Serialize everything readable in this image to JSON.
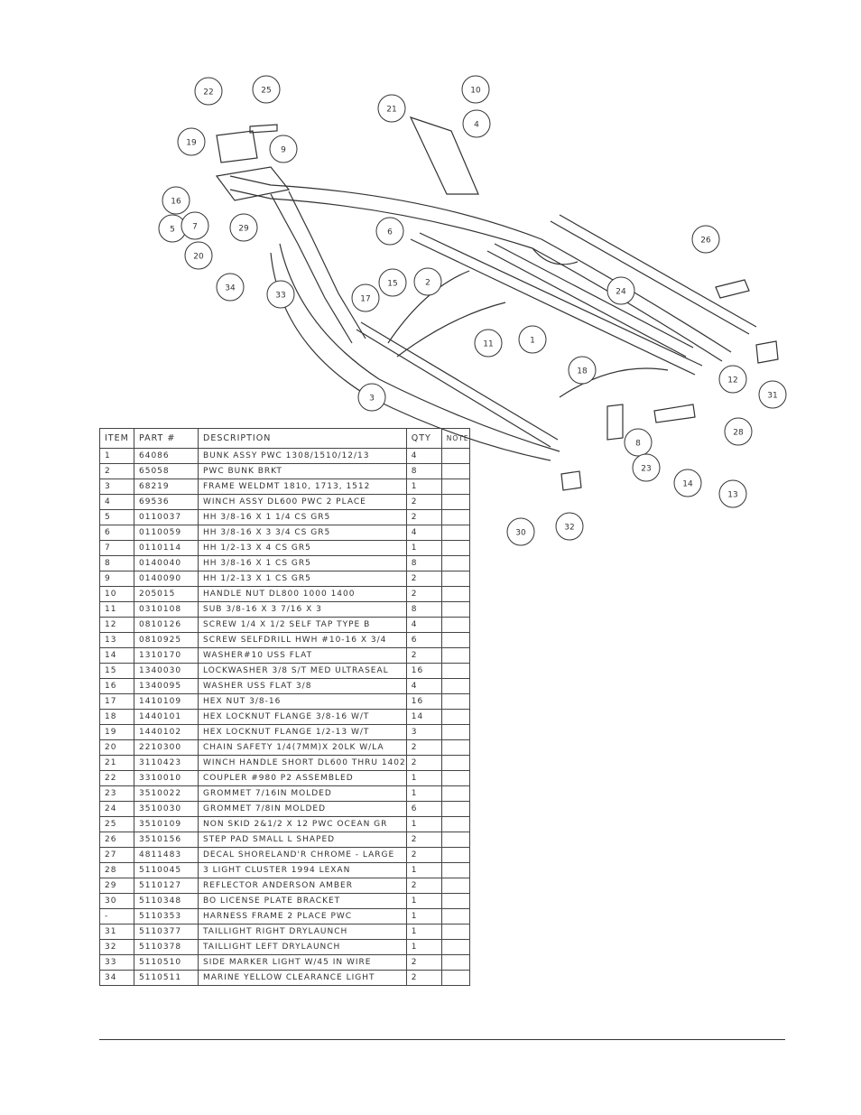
{
  "diagram": {
    "balloons": [
      "22",
      "25",
      "21",
      "10",
      "19",
      "9",
      "4",
      "16",
      "5",
      "7",
      "29",
      "6",
      "26",
      "20",
      "34",
      "33",
      "15",
      "2",
      "17",
      "24",
      "11",
      "1",
      "18",
      "12",
      "31",
      "3",
      "28",
      "8",
      "23",
      "14",
      "13",
      "30",
      "32"
    ]
  },
  "table": {
    "headers": {
      "item": "ITEM",
      "part": "PART #",
      "description": "DESCRIPTION",
      "qty": "QTY",
      "note": "NOTE"
    },
    "rows": [
      {
        "item": "1",
        "part": "64086",
        "description": "BUNK ASSY   PWC 1308/1510/12/13",
        "qty": "4"
      },
      {
        "item": "2",
        "part": "65058",
        "description": "PWC BUNK BRKT",
        "qty": "8"
      },
      {
        "item": "3",
        "part": "68219",
        "description": "FRAME WELDMT 1810, 1713, 1512",
        "qty": "1"
      },
      {
        "item": "4",
        "part": "69536",
        "description": "WINCH ASSY DL600 PWC 2 PLACE",
        "qty": "2"
      },
      {
        "item": "5",
        "part": "0110037",
        "description": "HH 3/8-16 X 1 1/4 CS GR5",
        "qty": "2"
      },
      {
        "item": "6",
        "part": "0110059",
        "description": "HH 3/8-16 X 3 3/4 CS GR5",
        "qty": "4"
      },
      {
        "item": "7",
        "part": "0110114",
        "description": "HH 1/2-13 X 4 CS GR5",
        "qty": "1"
      },
      {
        "item": "8",
        "part": "0140040",
        "description": "HH 3/8-16 X 1 CS GR5",
        "qty": "8"
      },
      {
        "item": "9",
        "part": "0140090",
        "description": "HH 1/2-13 X 1 CS GR5",
        "qty": "2"
      },
      {
        "item": "10",
        "part": "205015",
        "description": "HANDLE NUT DL800 1000 1400",
        "qty": "2"
      },
      {
        "item": "11",
        "part": "0310108",
        "description": "SUB 3/8-16 X 3 7/16 X 3",
        "qty": "8"
      },
      {
        "item": "12",
        "part": "0810126",
        "description": "SCREW 1/4 X 1/2 SELF TAP TYPE B",
        "qty": "4"
      },
      {
        "item": "13",
        "part": "0810925",
        "description": "SCREW SELFDRILL HWH #10-16 X 3/4",
        "qty": "6"
      },
      {
        "item": "14",
        "part": "1310170",
        "description": "WASHER#10 USS FLAT",
        "qty": "2"
      },
      {
        "item": "15",
        "part": "1340030",
        "description": "LOCKWASHER 3/8 S/T MED ULTRASEAL",
        "qty": "16"
      },
      {
        "item": "16",
        "part": "1340095",
        "description": "WASHER USS FLAT 3/8",
        "qty": "4"
      },
      {
        "item": "17",
        "part": "1410109",
        "description": "HEX NUT 3/8-16",
        "qty": "16"
      },
      {
        "item": "18",
        "part": "1440101",
        "description": "HEX LOCKNUT FLANGE 3/8-16 W/T",
        "qty": "14"
      },
      {
        "item": "19",
        "part": "1440102",
        "description": "HEX LOCKNUT FLANGE 1/2-13 W/T",
        "qty": "3"
      },
      {
        "item": "20",
        "part": "2210300",
        "description": "CHAIN SAFETY 1/4(7MM)X 20LK W/LA",
        "qty": "2"
      },
      {
        "item": "21",
        "part": "3110423",
        "description": "WINCH HANDLE SHORT DL600 THRU 1402",
        "qty": "2"
      },
      {
        "item": "22",
        "part": "3310010",
        "description": "COUPLER #980 P2 ASSEMBLED",
        "qty": "1"
      },
      {
        "item": "23",
        "part": "3510022",
        "description": "GROMMET  7/16IN MOLDED",
        "qty": "1"
      },
      {
        "item": "24",
        "part": "3510030",
        "description": "GROMMET  7/8IN MOLDED",
        "qty": "6"
      },
      {
        "item": "25",
        "part": "3510109",
        "description": "NON SKID 2&1/2 X 12 PWC OCEAN GR",
        "qty": "1"
      },
      {
        "item": "26",
        "part": "3510156",
        "description": "STEP PAD  SMALL L SHAPED",
        "qty": "2"
      },
      {
        "item": "27",
        "part": "4811483",
        "description": "DECAL SHORELAND'R CHROME - LARGE",
        "qty": "2"
      },
      {
        "item": "28",
        "part": "5110045",
        "description": "3 LIGHT CLUSTER  1994  LEXAN",
        "qty": "1"
      },
      {
        "item": "29",
        "part": "5110127",
        "description": "REFLECTOR ANDERSON AMBER",
        "qty": "2"
      },
      {
        "item": "30",
        "part": "5110348",
        "description": "BO LICENSE PLATE BRACKET",
        "qty": "1"
      },
      {
        "item": "-",
        "part": "5110353",
        "description": "HARNESS   FRAME 2 PLACE PWC",
        "qty": "1"
      },
      {
        "item": "31",
        "part": "5110377",
        "description": "TAILLIGHT   RIGHT   DRYLAUNCH",
        "qty": "1"
      },
      {
        "item": "32",
        "part": "5110378",
        "description": "TAILLIGHT   LEFT   DRYLAUNCH",
        "qty": "1"
      },
      {
        "item": "33",
        "part": "5110510",
        "description": "SIDE MARKER LIGHT W/45 IN WIRE",
        "qty": "2"
      },
      {
        "item": "34",
        "part": "5110511",
        "description": "MARINE YELLOW CLEARANCE LIGHT",
        "qty": "2"
      }
    ]
  }
}
